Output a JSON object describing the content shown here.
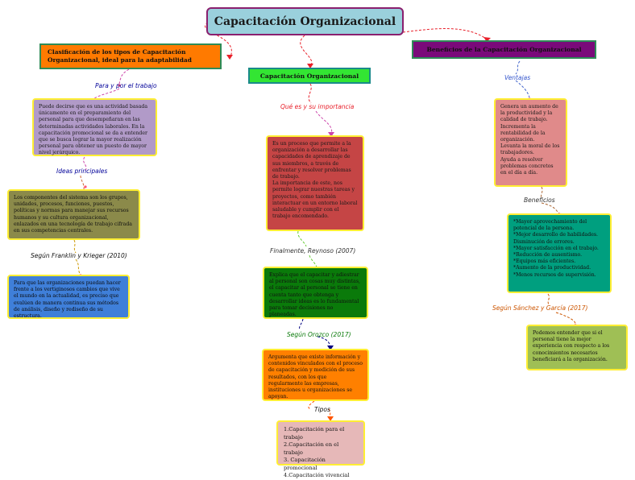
{
  "colors": {
    "root": "#9ad0dc",
    "link_red": "#e8202a",
    "orange": "#ff7a00",
    "green": "#33e533",
    "purple": "#7a0a7a",
    "dark_red": "#c54545",
    "dark_green": "#0a7a0a",
    "teal": "#009f7f",
    "label_blue": "#000099"
  },
  "root": {
    "title": "Capacitación Organizacional"
  },
  "left": {
    "title": "Clasificación de los tipos de Capacitación Organizacional, ideal para la adaptabilidad",
    "label_1": "Para y por el trabajo",
    "text_1": "Puede decirse que es una actividad basada únicamente en el preparamiento del personal para que desempeñaran en las determinadas actividades laborales. En la capacitación promocional se da a entender que se busca lograr la mayor realización personal para obtener un puesto de mayor nivel jerárquico.",
    "label_2": "Ideas principales",
    "text_2": "Los componentes del sistema son los grupos, unidades, procesos, funciones, puestos, políticas y normas para manejar sus recursos humanos y su cultura organizacional, enlazados en una tecnología de trabajo cifrada en sus competencias centrales.",
    "label_3": "Según Franklin y Krieger (2010)",
    "text_3": "Para que las organizaciones puedan hacer frente a los vertiginosos cambios que vive el mundo en la actualidad, es preciso que evalúen de manera continua sus métodos de análisis, diseño y rediseño de su estructura."
  },
  "center": {
    "title": "Capacitación Organizacional",
    "label_1": "Qué es y su importancia",
    "text_1": "Es un proceso que permite a la organización a desarrollar las capacidades de aprendizaje de sus miembros, a través de enfrentar y resolver problemas de trabajo.\nLa importancia de este, nos permite lograr nuestras tareas y proyectos, como también interactuar en un entorno laboral saludable y cumplir con el trabajo encomendado.",
    "label_2": "Finalmente, Reynoso (2007)",
    "text_2": "Explica que el capacitar y adiestrar al personal son cosas muy distintas, el capacitar al personal se tiene en cuenta tanto que obtenga y desarrollar ideas es lo fundamental para tomar decisiones no planeadas.",
    "label_3": "Según Orozco (2017)",
    "text_3": "Argumenta que existe información y contenidos vinculados con el proceso de capacitación y medición de sus resultados, con los que regularmente las empresas, instituciones u organizaciones se apoyan.",
    "label_4": "Tipos",
    "types": [
      "1.Capacitación para el trabajo",
      "2.Capacitación en el trabajo",
      "3. Capacitación promocional",
      "4.Capacitación vivencial"
    ]
  },
  "right": {
    "title": "Beneficios de la Capacitación Organizacional",
    "label_1": "Ventajas",
    "text_1": "Genera un aumento de la productividad y la calidad de trabajo.\nIncrementa la rentabilidad de la organización.\nLevanta la moral de los trabajadores.\nAyuda a resolver problemas concretos en el día a día.",
    "label_2": "Beneficios",
    "text_2": "*Mayor aprovechamiento del potencial de la persona.\n*Mejor desarrollo de habilidades.\n Disminución de errores.\n*Mayor satisfacción en el trabajo.\n*Reducción de ausentismo.\n*Equipos más eficientes.\n*Aumento de la productividad.\n*Menos recursos de supervisión.",
    "label_3": "Según Sánchez y García (2017)",
    "text_3": "Podemos entender que si el personal tiene la mejor experiencia con respecto a los conocimientos necesarios beneficiará a la organización."
  }
}
